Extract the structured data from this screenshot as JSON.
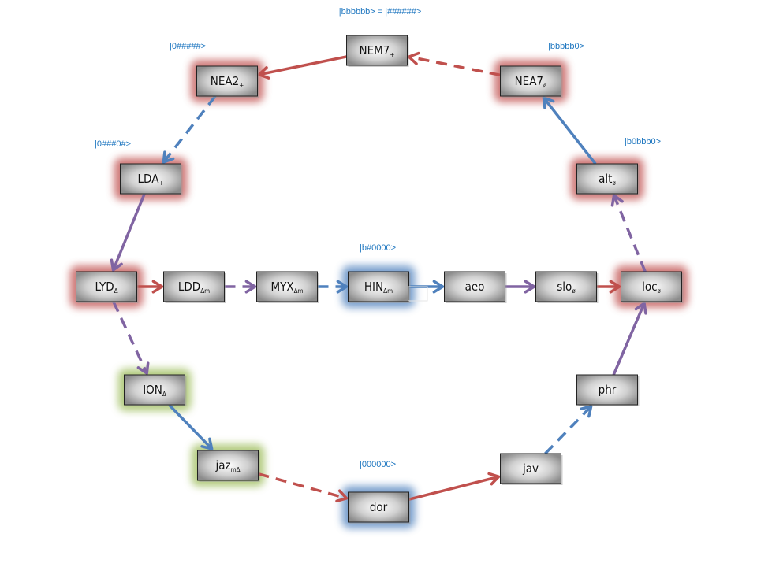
{
  "colors": {
    "red": "#c0504d",
    "blue": "#4f81bd",
    "purple": "#8064a2",
    "green": "#9bbb59",
    "label": "#1f77c0"
  },
  "state_labels": [
    {
      "id": "top",
      "text": "|bbbbbb> = |######>"
    },
    {
      "id": "nea2",
      "text": "|0#####>"
    },
    {
      "id": "nea7",
      "text": "|bbbbb0>"
    },
    {
      "id": "lda",
      "text": "|0###0#>"
    },
    {
      "id": "alt",
      "text": "|b0bbb0>"
    },
    {
      "id": "hin",
      "text": "|b#0000>"
    },
    {
      "id": "dor",
      "text": "|000000>"
    }
  ],
  "nodes": [
    {
      "id": "NEM7",
      "name": "NEM7",
      "sub": "+",
      "glow": ""
    },
    {
      "id": "NEA2",
      "name": "NEA2",
      "sub": "+",
      "glow": "red"
    },
    {
      "id": "NEA7",
      "name": "NEA7",
      "sub": "ø",
      "glow": "red"
    },
    {
      "id": "LDA",
      "name": "LDA",
      "sub": "+",
      "glow": "red"
    },
    {
      "id": "alt",
      "name": "alt",
      "sub": "ø",
      "glow": "red"
    },
    {
      "id": "LYD",
      "name": "LYD",
      "sub": "Δ",
      "glow": "red"
    },
    {
      "id": "LDD",
      "name": "LDD",
      "sub": "Δm",
      "glow": ""
    },
    {
      "id": "MYX",
      "name": "MYX",
      "sub": "Δm",
      "glow": ""
    },
    {
      "id": "HIN",
      "name": "HIN",
      "sub": "Δm",
      "glow": "blue"
    },
    {
      "id": "aeo",
      "name": "aeo",
      "sub": "",
      "glow": ""
    },
    {
      "id": "slo",
      "name": "slo",
      "sub": "ø",
      "glow": ""
    },
    {
      "id": "loc",
      "name": "loc",
      "sub": "ø",
      "glow": "red"
    },
    {
      "id": "ION",
      "name": "ION",
      "sub": "Δ",
      "glow": "green"
    },
    {
      "id": "jaz",
      "name": "jaz",
      "sub": "mΔ",
      "glow": "green"
    },
    {
      "id": "dor",
      "name": "dor",
      "sub": "",
      "glow": "blue"
    },
    {
      "id": "jav",
      "name": "jav",
      "sub": "",
      "glow": ""
    },
    {
      "id": "phr",
      "name": "phr",
      "sub": "",
      "glow": ""
    }
  ],
  "edges": [
    {
      "from": "NEM7",
      "to": "NEA2",
      "color": "red",
      "dashed": false
    },
    {
      "from": "NEA7",
      "to": "NEM7",
      "color": "red",
      "dashed": true
    },
    {
      "from": "NEA2",
      "to": "LDA",
      "color": "blue",
      "dashed": true
    },
    {
      "from": "alt",
      "to": "NEA7",
      "color": "blue",
      "dashed": false
    },
    {
      "from": "LDA",
      "to": "LYD",
      "color": "purple",
      "dashed": false
    },
    {
      "from": "loc",
      "to": "alt",
      "color": "purple",
      "dashed": true
    },
    {
      "from": "LYD",
      "to": "LDD",
      "color": "red",
      "dashed": false
    },
    {
      "from": "LDD",
      "to": "MYX",
      "color": "purple",
      "dashed": true
    },
    {
      "from": "MYX",
      "to": "HIN",
      "color": "blue",
      "dashed": true
    },
    {
      "from": "HIN",
      "to": "aeo",
      "color": "blue",
      "dashed": false
    },
    {
      "from": "aeo",
      "to": "slo",
      "color": "purple",
      "dashed": false
    },
    {
      "from": "slo",
      "to": "loc",
      "color": "red",
      "dashed": false
    },
    {
      "from": "LYD",
      "to": "ION",
      "color": "purple",
      "dashed": true
    },
    {
      "from": "ION",
      "to": "jaz",
      "color": "blue",
      "dashed": false
    },
    {
      "from": "jaz",
      "to": "dor",
      "color": "red",
      "dashed": true
    },
    {
      "from": "dor",
      "to": "jav",
      "color": "red",
      "dashed": false
    },
    {
      "from": "jav",
      "to": "phr",
      "color": "blue",
      "dashed": true
    },
    {
      "from": "phr",
      "to": "loc",
      "color": "purple",
      "dashed": false
    }
  ]
}
